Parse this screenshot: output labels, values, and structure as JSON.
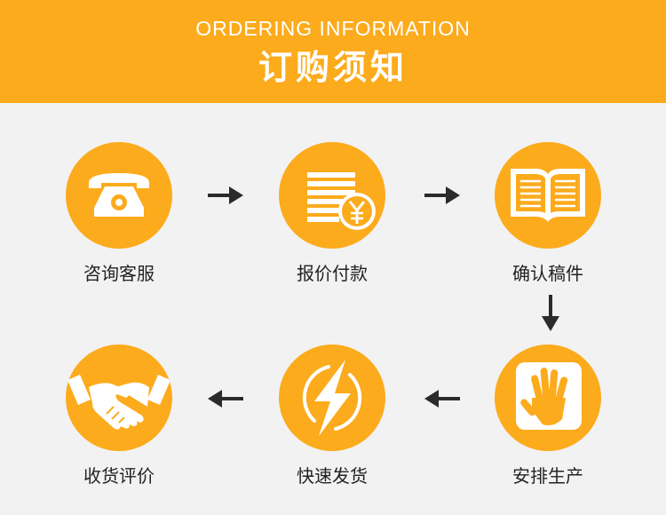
{
  "header": {
    "title_en": "ORDERING INFORMATION",
    "title_cn": "订购须知"
  },
  "steps": [
    {
      "label": "咨询客服",
      "icon": "telephone-icon"
    },
    {
      "label": "报价付款",
      "icon": "price-document-yuan-icon"
    },
    {
      "label": "确认稿件",
      "icon": "open-book-icon"
    },
    {
      "label": "安排生产",
      "icon": "hand-icon"
    },
    {
      "label": "快速发货",
      "icon": "lightning-icon"
    },
    {
      "label": "收货评价",
      "icon": "handshake-icon"
    }
  ],
  "colors": {
    "accent": "#fcab1c",
    "background": "#f2f2f2",
    "arrow": "#2b2b2b",
    "text": "#222222"
  }
}
